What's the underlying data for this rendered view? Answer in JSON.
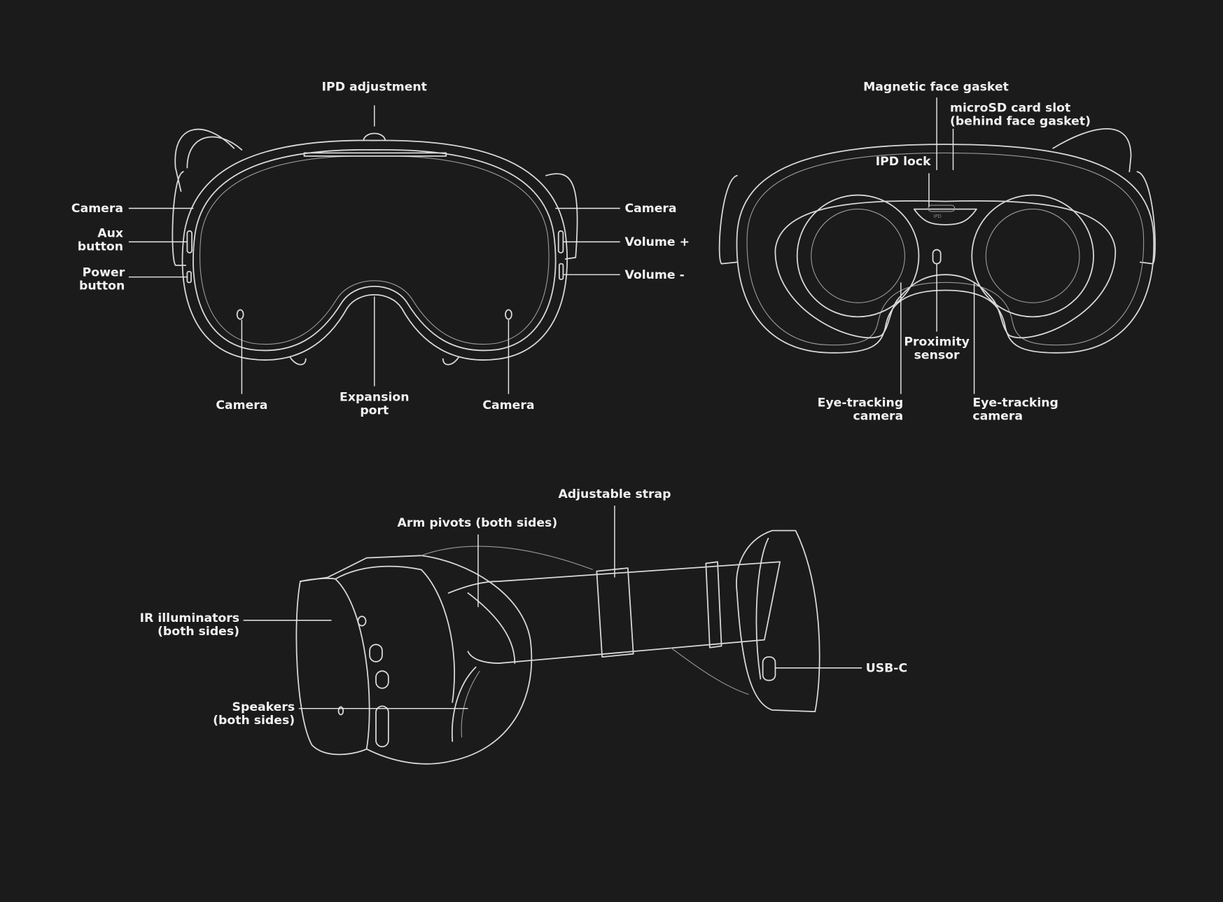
{
  "front_view": {
    "ipd_adjustment": "IPD adjustment",
    "camera_left_upper": "Camera",
    "aux_button": [
      "Aux",
      "button"
    ],
    "power_button": [
      "Power",
      "button"
    ],
    "camera_right_upper": "Camera",
    "volume_up": "Volume +",
    "volume_down": "Volume -",
    "camera_left_lower": "Camera",
    "expansion_port": [
      "Expansion",
      "port"
    ],
    "camera_right_lower": "Camera"
  },
  "back_view": {
    "magnetic_face_gasket": "Magnetic face gasket",
    "microsd_slot": [
      "microSD card slot",
      "(behind face gasket)"
    ],
    "ipd_lock": "IPD lock",
    "ipd_mark": "IPD",
    "proximity_sensor": [
      "Proximity",
      "sensor"
    ],
    "eye_tracking_left": [
      "Eye-tracking",
      "camera"
    ],
    "eye_tracking_right": [
      "Eye-tracking",
      "camera"
    ]
  },
  "side_view": {
    "adjustable_strap": "Adjustable strap",
    "arm_pivots": "Arm pivots (both sides)",
    "ir_illuminators": [
      "IR illuminators",
      "(both sides)"
    ],
    "speakers": [
      "Speakers",
      "(both sides)"
    ],
    "usb_c": "USB-C"
  }
}
